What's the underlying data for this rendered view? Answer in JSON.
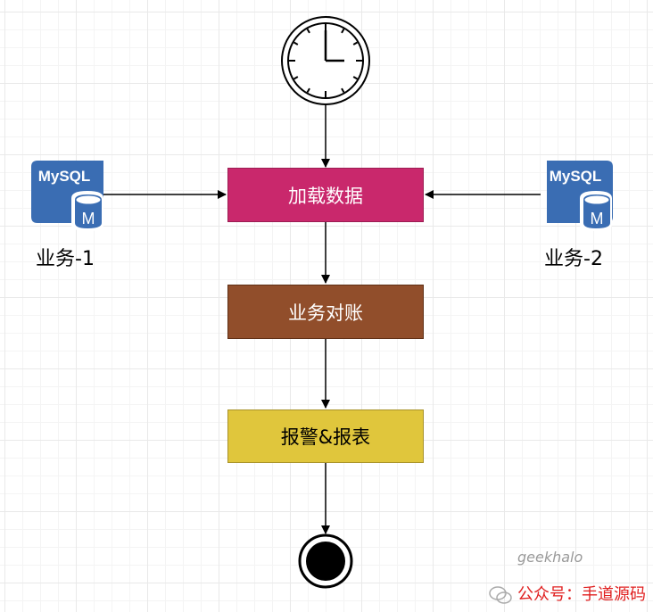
{
  "nodes": {
    "load": {
      "label": "加载数据",
      "fill": "#c9286c",
      "text_color": "#ffffff"
    },
    "reconcile": {
      "label": "业务对账",
      "fill": "#914e2b",
      "text_color": "#ffffff"
    },
    "alert": {
      "label": "报警&报表",
      "fill": "#e0c63c",
      "text_color": "#000000"
    }
  },
  "databases": {
    "left": {
      "logo": "MySQL",
      "badge": "M",
      "label": "业务-1",
      "color": "#3a6db3"
    },
    "right": {
      "logo": "MySQL",
      "badge": "M",
      "label": "业务-2",
      "color": "#3a6db3"
    }
  },
  "icons": {
    "timer": "clock-icon",
    "end": "end-state-icon",
    "wechat": "wechat-icon"
  },
  "watermark": {
    "account_id": "geekhalo",
    "text": "公众号：手道源码"
  }
}
